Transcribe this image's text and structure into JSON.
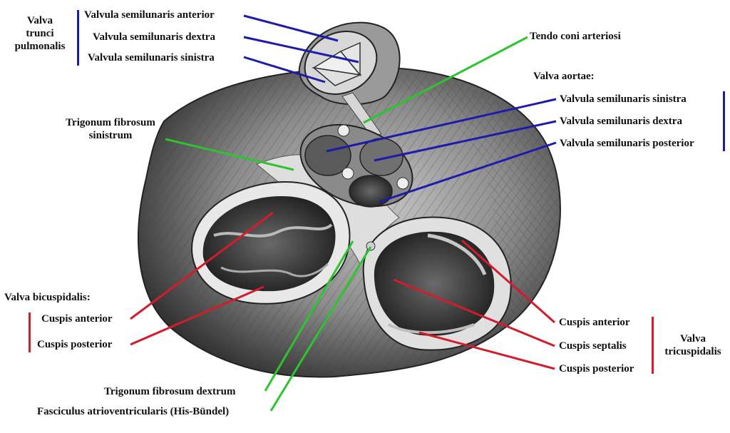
{
  "pulmonary": {
    "group_lines": [
      "Valva",
      "trunci",
      "pulmonalis"
    ],
    "anterior": "Valvula semilunaris anterior",
    "dextra": "Valvula semilunaris dextra",
    "sinistra": "Valvula semilunaris sinistra"
  },
  "tendo": "Tendo coni arteriosi",
  "aortic": {
    "group": "Valva aortae:",
    "sinistra": "Valvula semilunaris sinistra",
    "dextra": "Valvula semilunaris dextra",
    "posterior": "Valvula semilunaris posterior"
  },
  "trigonum_sin": [
    "Trigonum fibrosum",
    "sinistrum"
  ],
  "bicuspid": {
    "group": "Valva bicuspidalis:",
    "anterior": "Cuspis anterior",
    "posterior": "Cuspis posterior"
  },
  "tricuspid": {
    "anterior": "Cuspis anterior",
    "septalis": "Cuspis septalis",
    "posterior": "Cuspis posterior",
    "group_lines": [
      "Valva",
      "tricuspidalis"
    ]
  },
  "trigonum_dex": "Trigonum fibrosum dextrum",
  "fasciculus": "Fasciculus atrioventricularis (His-Bündel)",
  "colors": {
    "blue": "#1c1caa",
    "green": "#2dc42d",
    "red": "#d21c2c"
  }
}
